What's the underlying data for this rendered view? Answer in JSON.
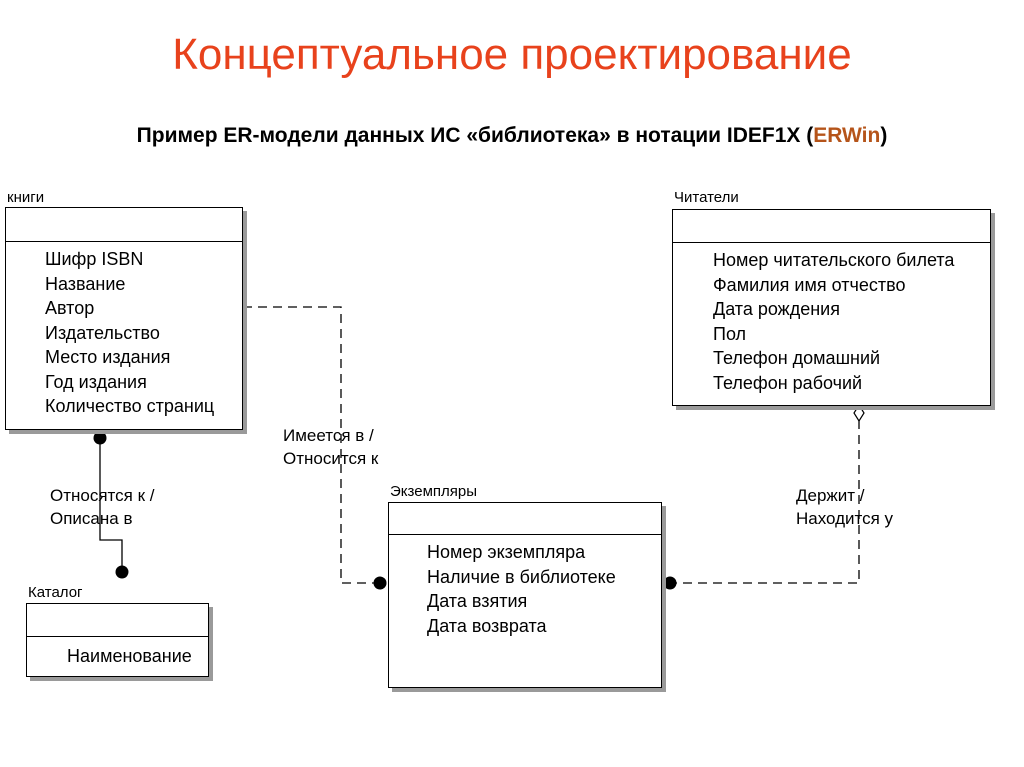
{
  "title": "Концептуальное проектирование",
  "subtitle": {
    "text": "Пример ER-модели данных ИС «библиотека» в нотации IDEF1X (",
    "accent": "ERWin",
    "end": ")",
    "accent_color": "#b5541a"
  },
  "title_color": "#e8421c",
  "entities": {
    "books": {
      "name": "книги",
      "attributes": [
        "Шифр ISBN",
        "Название",
        "Автор",
        "Издательство",
        "Место издания",
        "Год издания",
        "Количество страниц"
      ]
    },
    "readers": {
      "name": "Читатели",
      "attributes": [
        "Номер читательского билета",
        "Фамилия имя отчество",
        "Дата рождения",
        "Пол",
        "Телефон домашний",
        "Телефон рабочий"
      ]
    },
    "copies": {
      "name": "Экземпляры",
      "attributes": [
        "Номер экземпляра",
        "Наличие в библиотеке",
        "Дата взятия",
        "Дата возврата"
      ]
    },
    "catalog": {
      "name": "Каталог",
      "attributes": [
        "Наименование"
      ]
    }
  },
  "relationships": {
    "books_copies": [
      "Имеется в /",
      "Относится к"
    ],
    "books_catalog": [
      "Относятся к /",
      "Описана в"
    ],
    "readers_copies": [
      "Держит /",
      "Находится у"
    ]
  }
}
